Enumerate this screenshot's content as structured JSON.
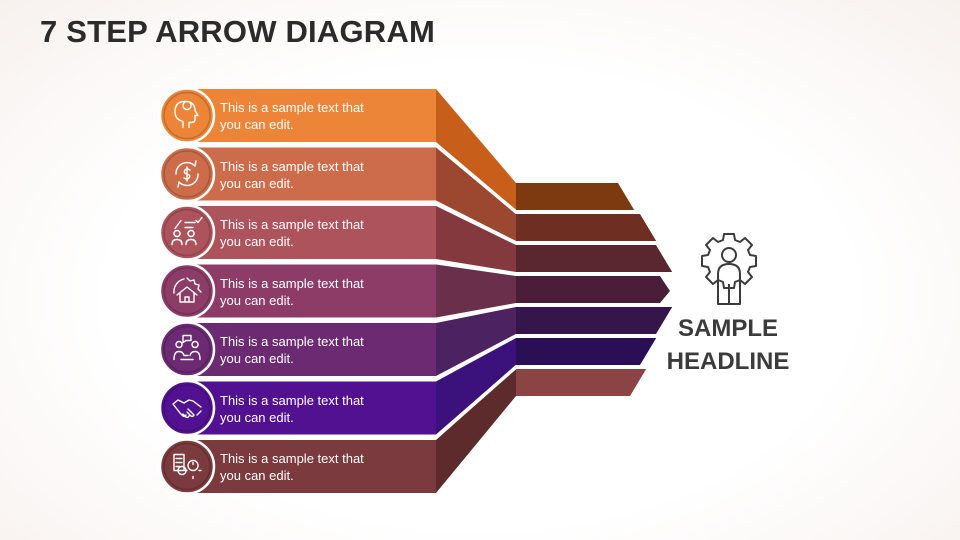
{
  "title": "7 STEP ARROW DIAGRAM",
  "headline": {
    "line1": "SAMPLE",
    "line2": "HEADLINE",
    "icon": "person-gear-icon"
  },
  "steps": [
    {
      "text_line1": "This is a sample text that",
      "text_line2": "you can edit.",
      "color": "#EC8537",
      "icon": "head-idea-icon"
    },
    {
      "text_line1": "This is a sample text that",
      "text_line2": "you can edit.",
      "color": "#CD6C4A",
      "icon": "dollar-cycle-icon"
    },
    {
      "text_line1": "This is a sample text that",
      "text_line2": "you can edit.",
      "color": "#AD535B",
      "icon": "people-tasks-icon"
    },
    {
      "text_line1": "This is a sample text that",
      "text_line2": "you can edit.",
      "color": "#8C3C67",
      "icon": "gear-house-icon"
    },
    {
      "text_line1": "This is a sample text that",
      "text_line2": "you can edit.",
      "color": "#6B2A72",
      "icon": "meeting-icon"
    },
    {
      "text_line1": "This is a sample text that",
      "text_line2": "you can edit.",
      "color": "#521191",
      "icon": "handshake-icon"
    },
    {
      "text_line1": "This is a sample text that",
      "text_line2": "you can edit.",
      "color": "#7B3A3E",
      "icon": "document-settings-icon"
    }
  ],
  "fan_colors": [
    "#C75E1A",
    "#9C4730",
    "#84393F",
    "#6A2F4A",
    "#4D2260",
    "#3B127B",
    "#5E2B2C"
  ],
  "band_colors": [
    "#7D3A10",
    "#6E2E22",
    "#5A2630",
    "#4A1E38",
    "#35164A",
    "#2A0E56",
    "#8A4444"
  ]
}
